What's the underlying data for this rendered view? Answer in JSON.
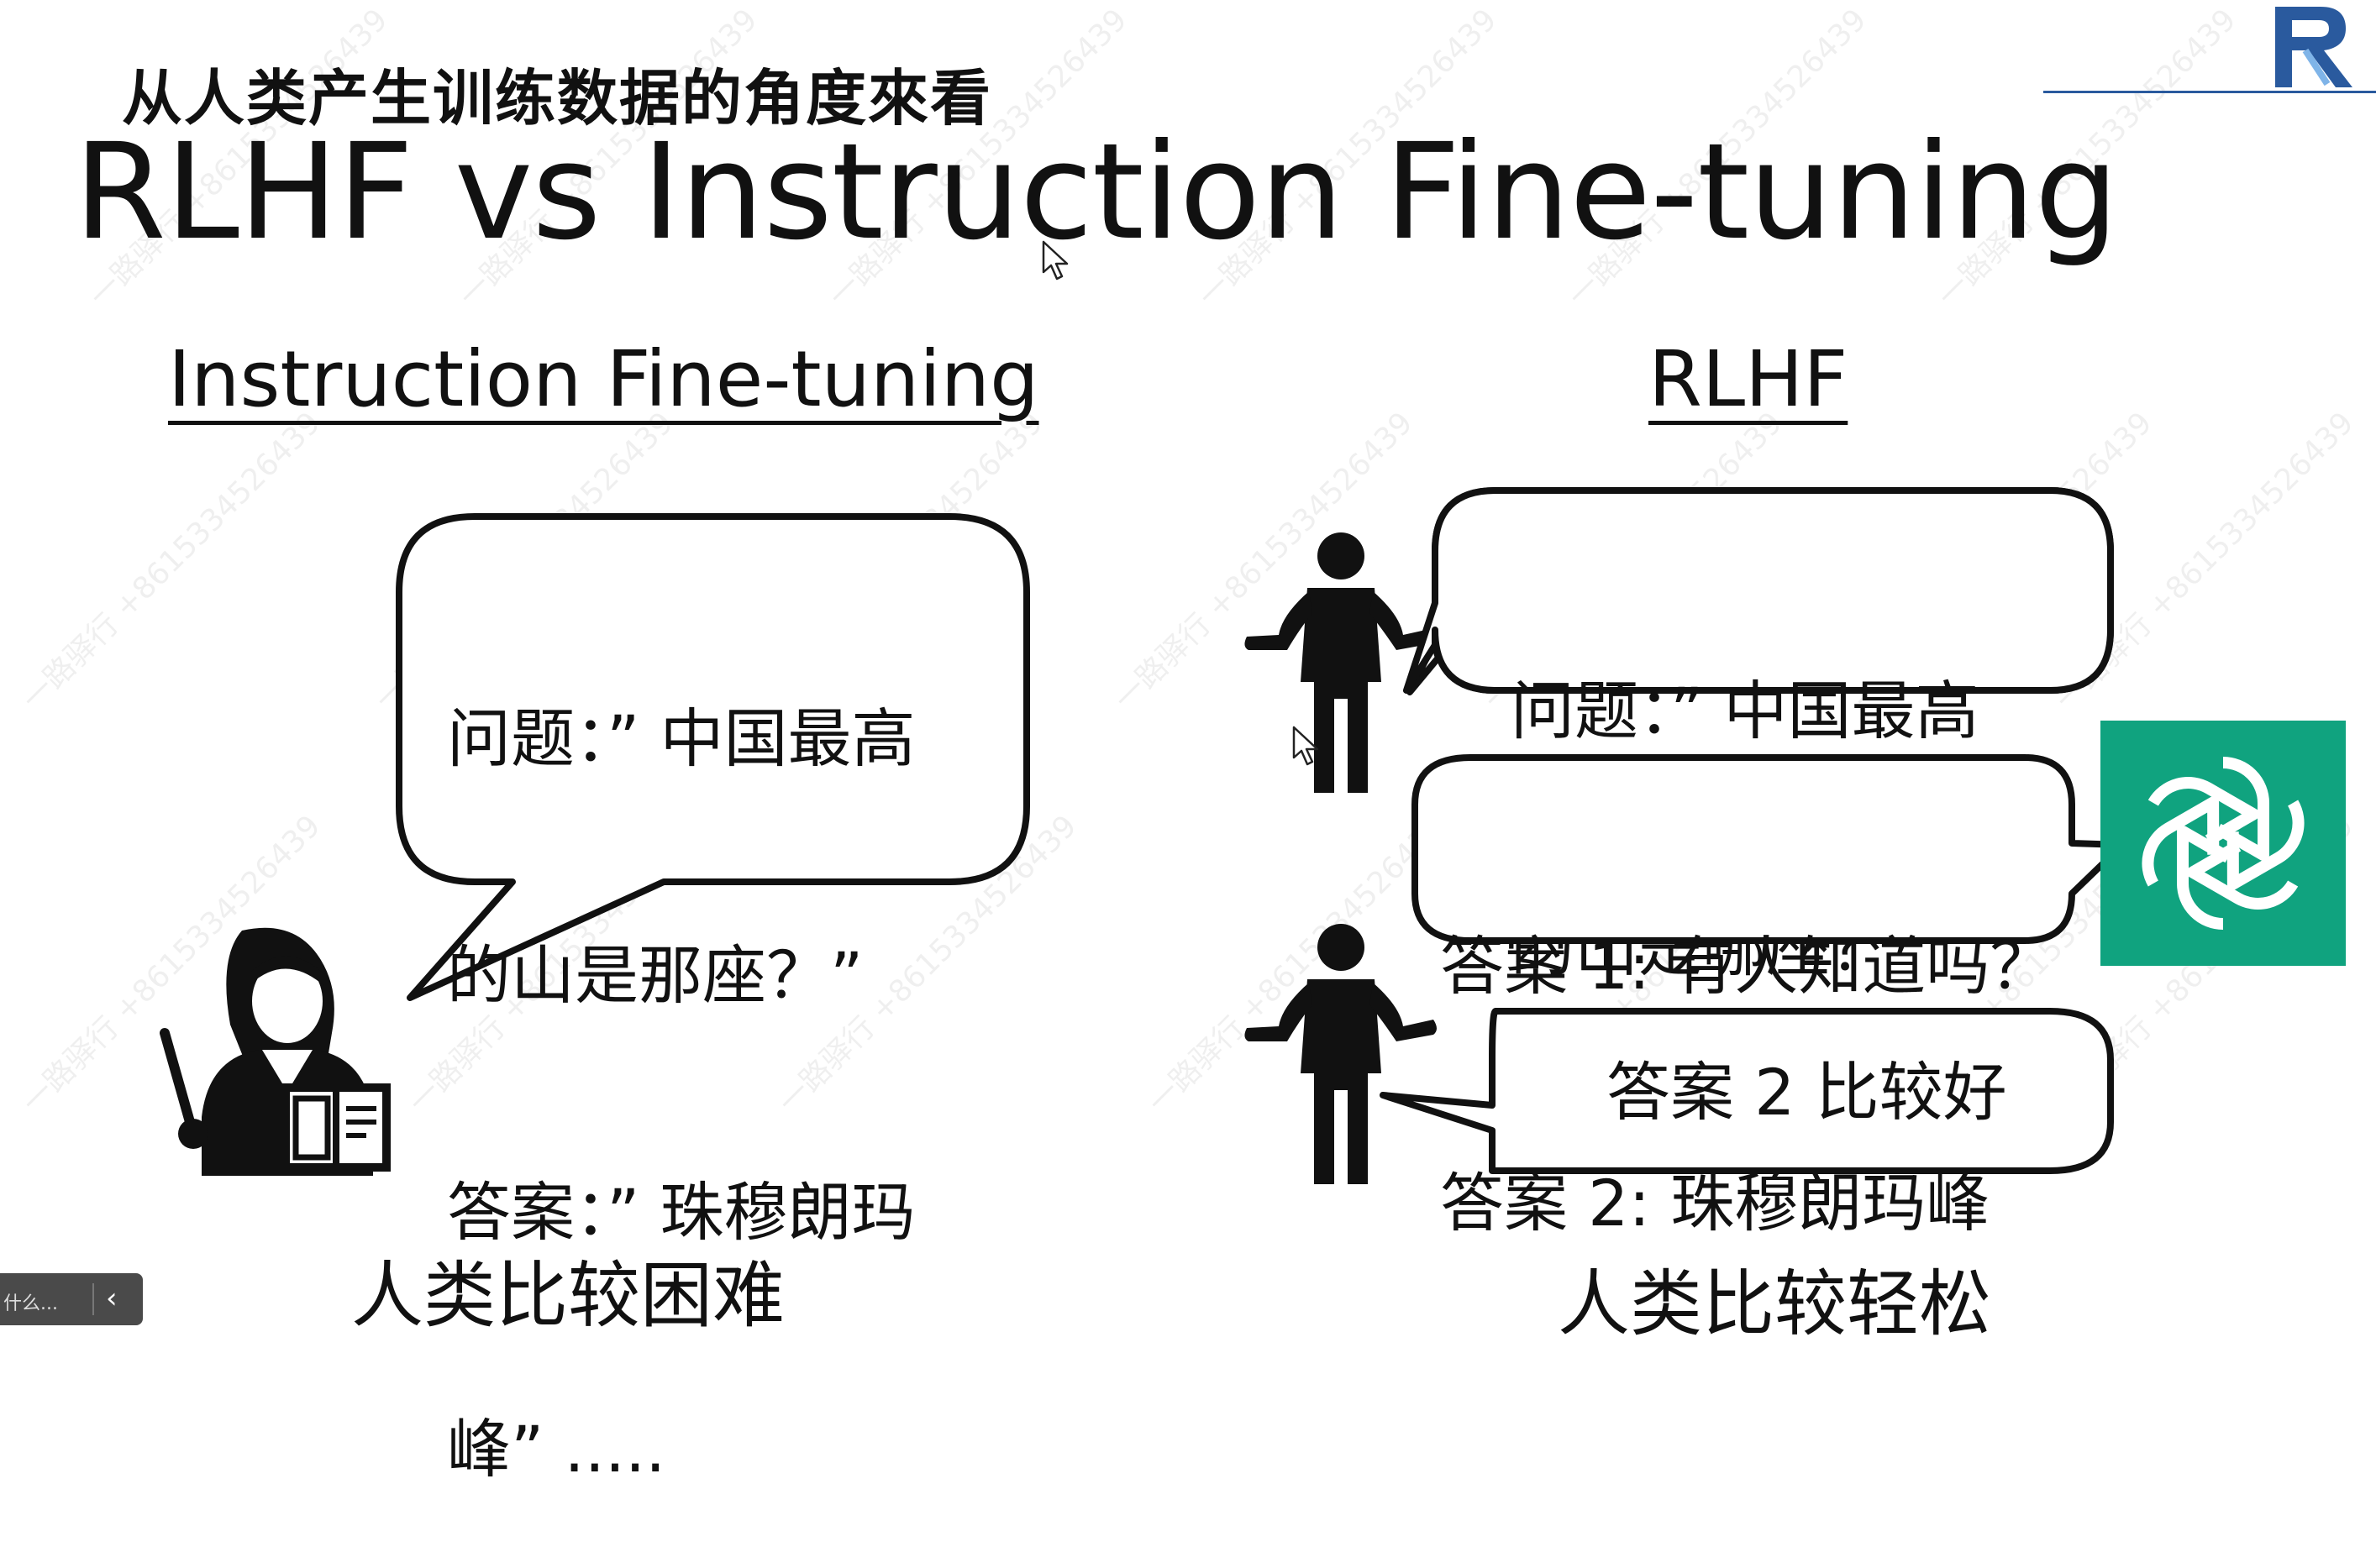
{
  "slide": {
    "subtitle": "从人类产生训练数据的角度來看",
    "title": "RLHF vs Instruction Fine-tuning",
    "left": {
      "heading": "Instruction Fine-tuning",
      "bubble_lines": [
        "问题：” 中国最高",
        "的山是那座？”",
        "答案：” 珠穆朗玛",
        "峰” ....."
      ],
      "caption": "人类比较困难"
    },
    "right": {
      "heading": "RLHF",
      "question_lines": [
        "问题：” 中国最高",
        "的山是哪座？”"
      ],
      "answers_lines": [
        "答案 1: 有人知道吗？",
        "答案 2: 珠穆朗玛峰"
      ],
      "judge_line": "答案 2 比较好",
      "caption": "人类比较轻松"
    },
    "watermark": "一路驿行 +8615334526439"
  },
  "taskbar": {
    "label": "什么...",
    "chevron": "‹"
  },
  "colors": {
    "accent_green": "#10a37f",
    "logo_blue": "#2a5a9e",
    "text": "#111111"
  },
  "icons": [
    "teacher-icon",
    "person-icon",
    "chatgpt-logo-icon",
    "brand-logo-icon",
    "cursor-icon"
  ]
}
